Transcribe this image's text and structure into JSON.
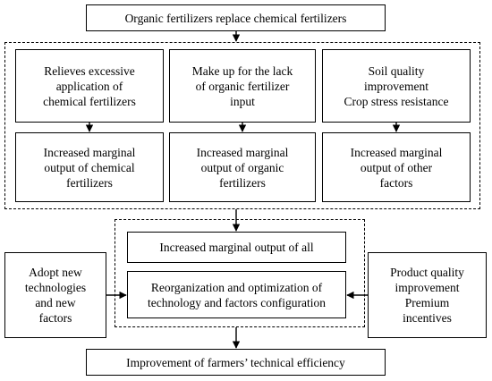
{
  "nodes": {
    "top": "Organic fertilizers replace chemical fertilizers",
    "col1_top": "Relieves excessive\napplication of\nchemical fertilizers",
    "col2_top": "Make up for the lack\nof organic fertilizer\ninput",
    "col3_top": "Soil quality\nimprovement\nCrop stress resistance",
    "col1_bottom": "Increased marginal\noutput of chemical\nfertilizers",
    "col2_bottom": "Increased marginal\noutput of organic\nfertilizers",
    "col3_bottom": "Increased marginal\noutput of other\nfactors",
    "mid_all": "Increased marginal output of all",
    "mid_reorg": "Reorganization and optimization of\ntechnology and factors configuration",
    "left_side": "Adopt new\ntechnologies\nand new\nfactors",
    "right_side": "Product quality\nimprovement\nPremium\nincentives",
    "bottom": "Improvement of farmers’ technical efficiency"
  }
}
